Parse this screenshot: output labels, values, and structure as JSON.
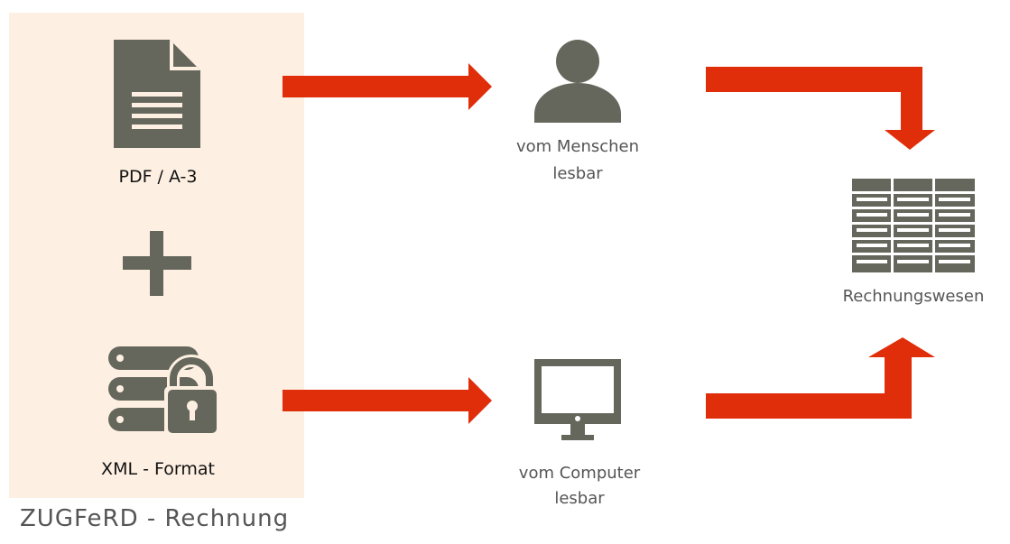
{
  "left_panel": {
    "pdf_label": "PDF / A-3",
    "xml_label": "XML - Format",
    "footer_title": "ZUGFeRD - Rechnung"
  },
  "middle": {
    "human_line1": "vom Menschen",
    "human_line2": "lesbar",
    "computer_line1": "vom Computer",
    "computer_line2": "lesbar"
  },
  "right": {
    "accounting_label": "Rechnungswesen"
  },
  "icons": {
    "pdf": "document-icon",
    "plus": "plus-icon",
    "xml": "database-lock-icon",
    "human": "person-icon",
    "computer": "monitor-icon",
    "accounting": "table-icon"
  },
  "colors": {
    "panel_bg": "#fdf0e2",
    "icon_grey": "#66675c",
    "arrow_red": "#e02d0a"
  }
}
